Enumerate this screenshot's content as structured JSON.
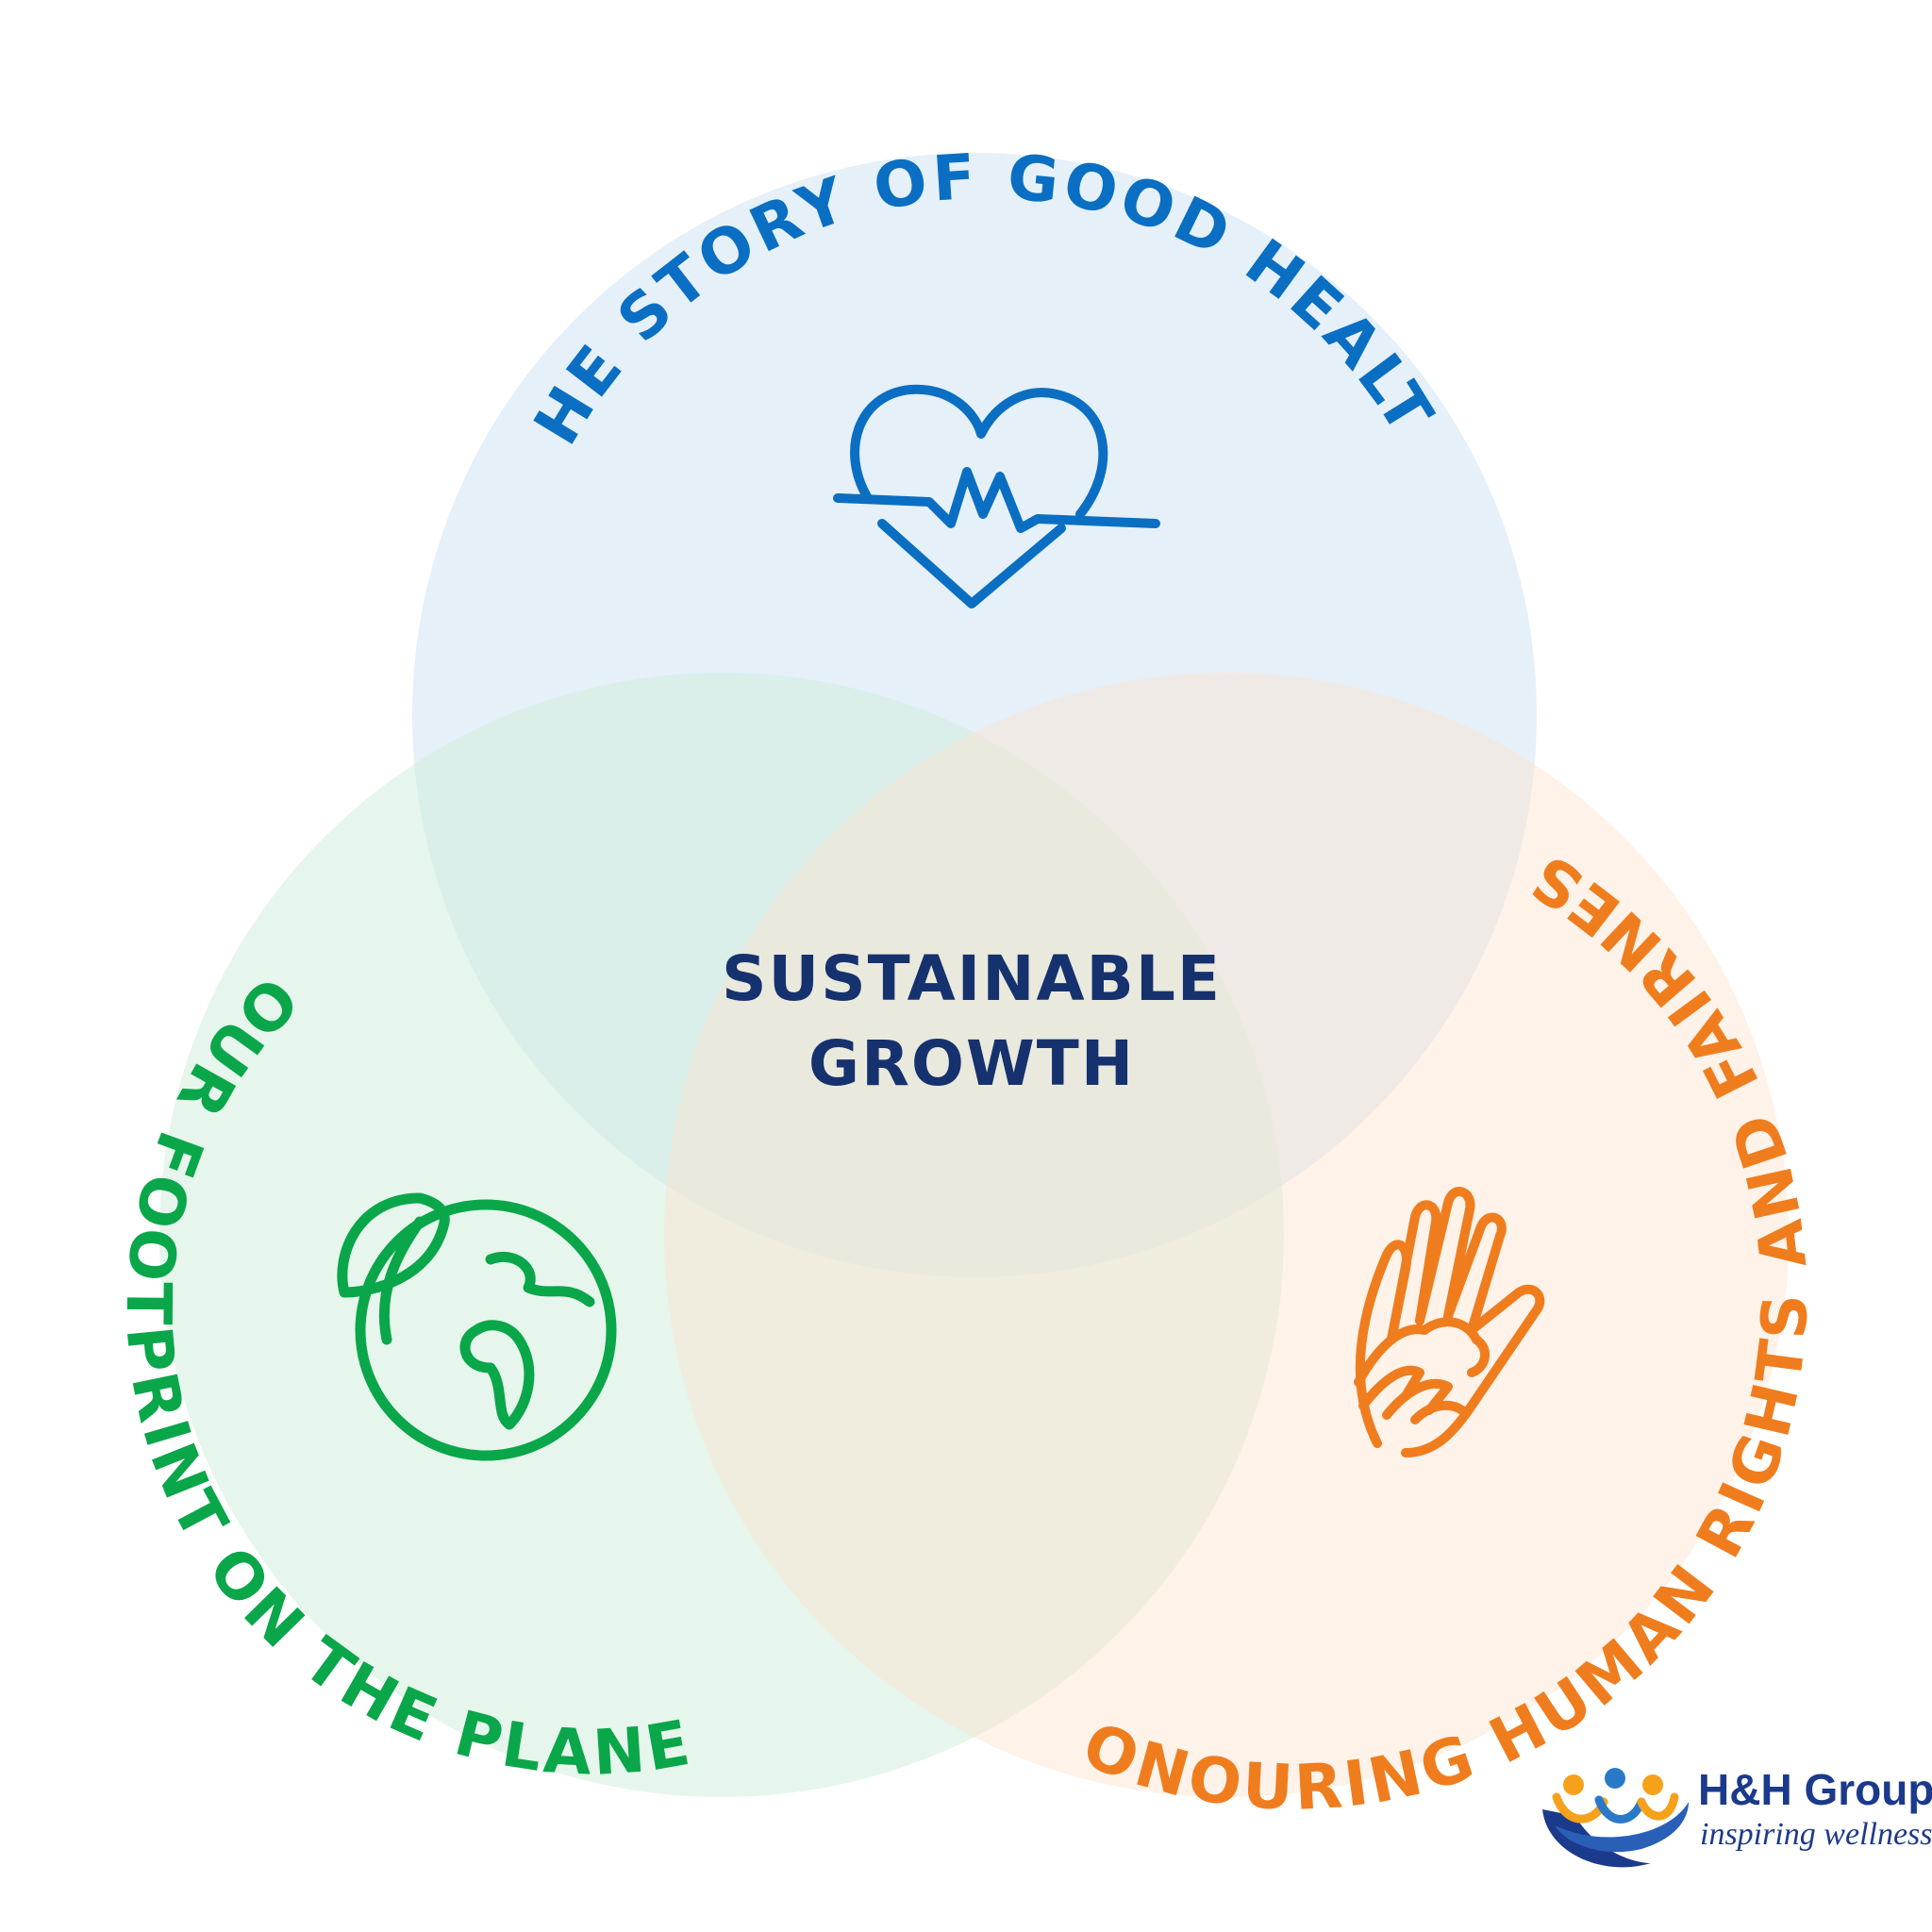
{
  "diagram": {
    "center_label_line1": "SUSTAINABLE",
    "center_label_line2": "GROWTH",
    "circles": [
      {
        "key": "health",
        "label": "THE STORY OF GOOD HEALTH",
        "color": "#0a6fc2",
        "fill": "#cfe4f4",
        "icon": "heartbeat-icon"
      },
      {
        "key": "planet",
        "label": "OUR FOOTPRINT ON THE PLANET",
        "color": "#0aa64a",
        "fill": "#d2eedd",
        "icon": "earth-leaf-icon"
      },
      {
        "key": "rights",
        "label": "HONOURING HUMAN RIGHTS AND FAIRNESS",
        "color": "#ef7d1e",
        "fill": "#fde3cf",
        "icon": "hands-icon"
      }
    ],
    "center_color": "#16326e"
  },
  "logo": {
    "name": "H&H Group",
    "tagline": "inspiring wellness",
    "name_color": "#1c3a8c",
    "tagline_color": "#1c3a8c"
  }
}
